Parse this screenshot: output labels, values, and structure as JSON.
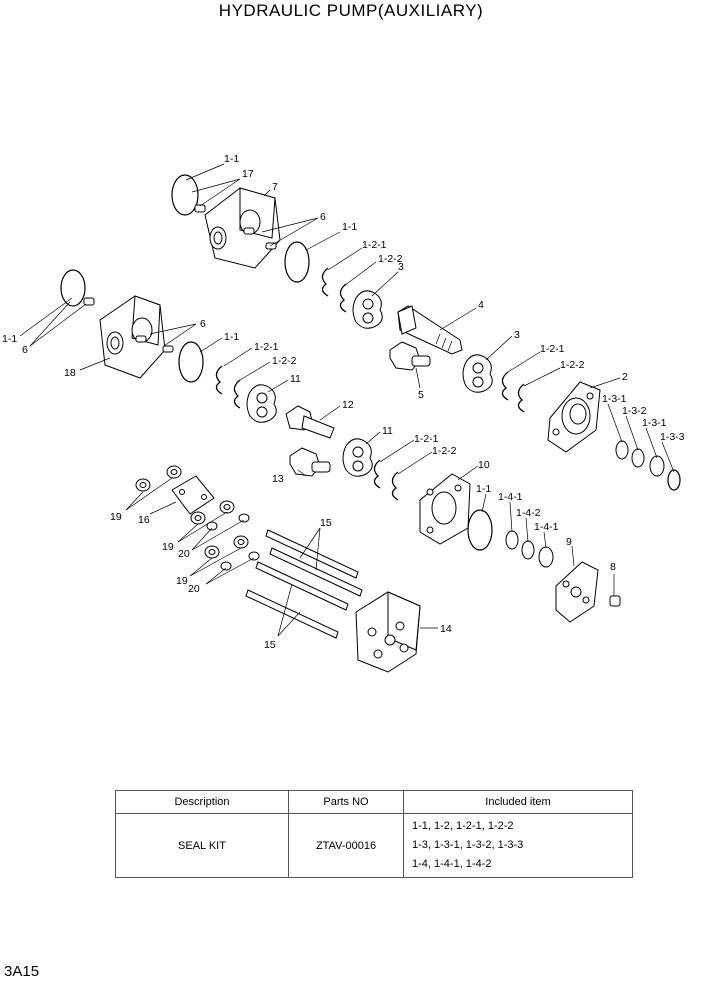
{
  "title": "HYDRAULIC PUMP(AUXILIARY)",
  "labels": {
    "l_1_1a": "1-1",
    "l_17": "17",
    "l_7": "7",
    "l_6a": "6",
    "l_1_1b": "1-1",
    "l_1_2_1a": "1-2-1",
    "l_1_2_2a": "1-2-2",
    "l_3a": "3",
    "l_4": "4",
    "l_1_1c": "1-1",
    "l_6b": "6",
    "l_18": "18",
    "l_6c": "6",
    "l_1_1d": "1-1",
    "l_1_2_1b": "1-2-1",
    "l_1_2_2b": "1-2-2",
    "l_11a": "11",
    "l_5": "5",
    "l_3b": "3",
    "l_1_2_1c": "1-2-1",
    "l_1_2_2c": "1-2-2",
    "l_2": "2",
    "l_12": "12",
    "l_1_3_1a": "1-3-1",
    "l_1_3_2": "1-3-2",
    "l_1_3_1b": "1-3-1",
    "l_1_3_3": "1-3-3",
    "l_11b": "11",
    "l_1_2_1d": "1-2-1",
    "l_1_2_2d": "1-2-2",
    "l_13": "13",
    "l_10": "10",
    "l_1_1e": "1-1",
    "l_1_4_1a": "1-4-1",
    "l_1_4_2": "1-4-2",
    "l_1_4_1b": "1-4-1",
    "l_19a": "19",
    "l_16": "16",
    "l_15a": "15",
    "l_19b": "19",
    "l_20a": "20",
    "l_9": "9",
    "l_19c": "19",
    "l_20b": "20",
    "l_8": "8",
    "l_14": "14",
    "l_15b": "15"
  },
  "table": {
    "headers": [
      "Description",
      "Parts NO",
      "Included item"
    ],
    "row": {
      "description": "SEAL KIT",
      "parts_no": "ZTAV-00016",
      "included": [
        "1-1, 1-2, 1-2-1, 1-2-2",
        "1-3, 1-3-1, 1-3-2, 1-3-3",
        "1-4, 1-4-1, 1-4-2"
      ]
    }
  },
  "page_number": "3A15"
}
